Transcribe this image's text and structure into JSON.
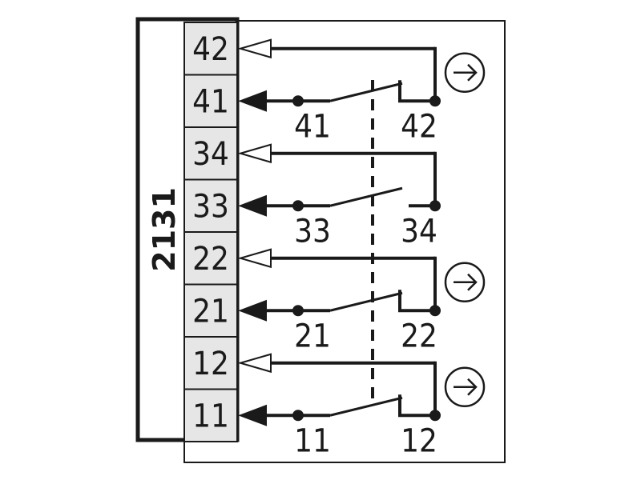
{
  "diagram": {
    "model": "2131",
    "terminals": [
      "42",
      "41",
      "34",
      "33",
      "22",
      "21",
      "12",
      "11"
    ],
    "contacts": [
      {
        "common": "41",
        "output": "42",
        "positive_opening": true
      },
      {
        "common": "33",
        "output": "34",
        "positive_opening": false
      },
      {
        "common": "21",
        "output": "22",
        "positive_opening": true
      },
      {
        "common": "11",
        "output": "12",
        "positive_opening": true
      }
    ],
    "colors": {
      "line": "#1a1a1a",
      "terminal_fill": "#e6e6e6",
      "background": "#ffffff"
    },
    "symbols": [
      "positive-opening-arrow-icon",
      "mechanical-link-dashed-line"
    ]
  }
}
